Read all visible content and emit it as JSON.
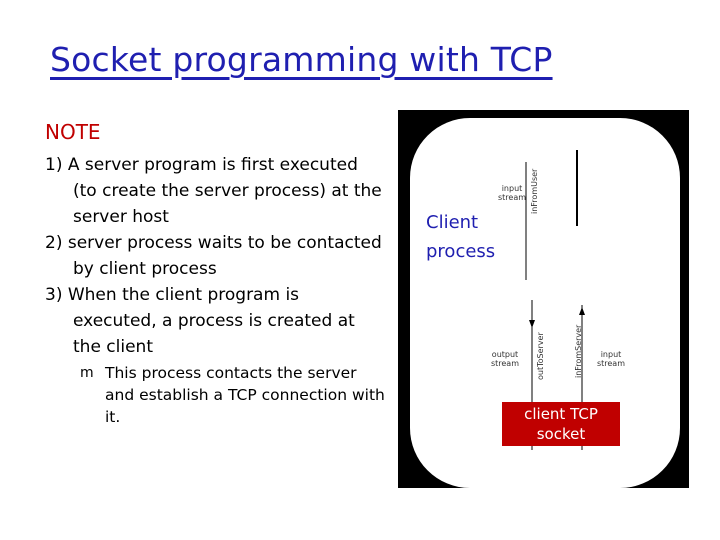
{
  "slide": {
    "title": "Socket programming with TCP",
    "note_heading": "NOTE",
    "items": [
      "1) A server program is first executed (to create the server process) at the server host",
      "2) server process waits to be contacted by client process",
      "3) When the client program is executed, a process is created at the client"
    ],
    "subitem": "This process contacts the server and establish a TCP connection with it.",
    "bullet_icon": "m"
  },
  "diagram": {
    "client_process_line1": "Client",
    "client_process_line2": "process",
    "input_stream_top_1": "input",
    "input_stream_top_2": "stream",
    "in_from_user": "inFromUser",
    "output_stream_1": "output",
    "output_stream_2": "stream",
    "out_to_server": "outToServer",
    "in_from_server": "inFromServer",
    "input_stream_bottom_1": "input",
    "input_stream_bottom_2": "stream",
    "socket_line1": "client TCP",
    "socket_line2": "socket",
    "socket_color": "#c00000",
    "title_color": "#1f1fb0"
  }
}
